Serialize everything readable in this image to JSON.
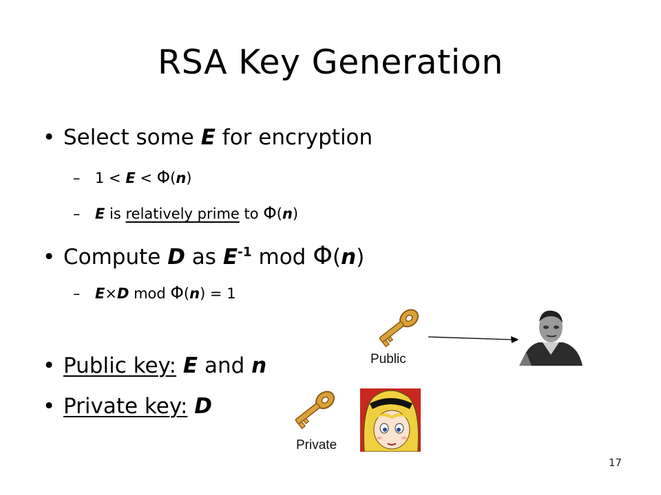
{
  "slide": {
    "title": "RSA Key Generation",
    "page_number": "17"
  },
  "bullets": {
    "select": {
      "pre": "Select some ",
      "var": "E",
      "post": " for encryption"
    },
    "select_sub1": {
      "a": "1 < ",
      "e": "E",
      "b": " < ",
      "phi": "Φ",
      "c": "(",
      "n": "n",
      "d": ")"
    },
    "select_sub2": {
      "e": "E",
      "a": " is ",
      "u": "relatively prime",
      "b": " to ",
      "phi": "Φ",
      "c": "(",
      "n": "n",
      "d": ")"
    },
    "compute": {
      "a": "Compute ",
      "d": "D",
      "b": " as ",
      "e": "E",
      "sup": "-1",
      "c": " mod ",
      "phi": "Φ",
      "p1": "(",
      "n": "n",
      "p2": ")"
    },
    "compute_sub": {
      "e": "E",
      "x": "×",
      "d": "D",
      "a": " mod ",
      "phi": "Φ",
      "p1": "(",
      "n": "n",
      "b": ") = 1"
    },
    "public": {
      "u": "Public key:",
      "a": " ",
      "e": "E",
      "b": " and ",
      "n": "n"
    },
    "private": {
      "u": "Private key:",
      "a": " ",
      "d": "D"
    }
  },
  "images": {
    "public_caption": "Public",
    "private_caption": "Private"
  },
  "colors": {
    "key_gold": "#d9a23a",
    "key_dark": "#8a5a14",
    "alice_hair": "#f0d040",
    "alice_bg": "#c82820"
  }
}
